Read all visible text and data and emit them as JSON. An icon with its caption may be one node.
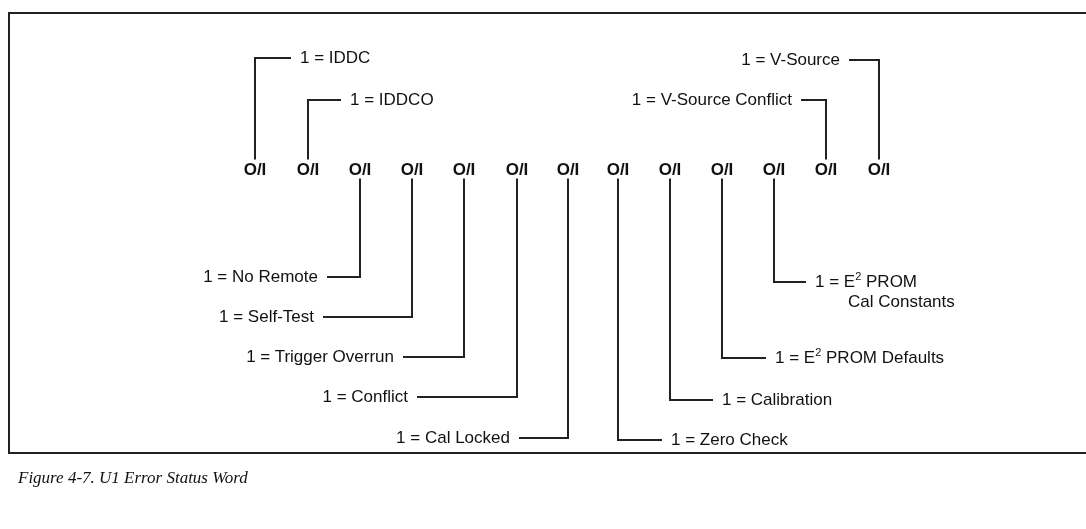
{
  "diagram": {
    "caption": "Figure 4-7. U1 Error Status Word",
    "nodes": [
      {
        "text": [
          "1 = IDDC"
        ]
      },
      {
        "text": [
          "1 = V-Source"
        ]
      },
      {
        "text": [
          "1 = IDDCO"
        ]
      },
      {
        "text": [
          "1 = V-Source Conflict"
        ]
      },
      {
        "text": [
          "O/I"
        ]
      },
      {
        "text": [
          "O/I"
        ]
      },
      {
        "text": [
          "O/I"
        ]
      },
      {
        "text": [
          "O/I"
        ]
      },
      {
        "text": [
          "O/I"
        ]
      },
      {
        "text": [
          "O/I"
        ]
      },
      {
        "text": [
          "O/I"
        ]
      },
      {
        "text": [
          "O/I"
        ]
      },
      {
        "text": [
          "O/I"
        ]
      },
      {
        "text": [
          "O/I"
        ]
      },
      {
        "text": [
          "O/I"
        ]
      },
      {
        "text": [
          "O/I"
        ]
      },
      {
        "text": [
          "O/I"
        ]
      },
      {
        "text": [
          "1 = No Remote"
        ]
      },
      {
        "text": [
          "1 = E$^{2}$ PROM Cal Constants"
        ]
      },
      {
        "text": [
          "1 = Self-Test"
        ]
      },
      {
        "text": [
          "1 = Trigger Overrun"
        ]
      },
      {
        "text": [
          "1 = E$^{2}$ PROM Defaults"
        ]
      },
      {
        "text": [
          "1 = Conflict"
        ]
      },
      {
        "text": [
          "1 = Calibration"
        ]
      },
      {
        "text": [
          "1 = Cal Locked"
        ]
      },
      {
        "text": [
          "1 = Zero Check"
        ]
      }
    ],
    "edges": [
      {
        "from": 0,
        "to": 4,
        "arrow": "none"
      },
      {
        "from": 1,
        "to": 16,
        "arrow": "none"
      },
      {
        "from": 2,
        "to": 5,
        "arrow": "none"
      },
      {
        "from": 3,
        "to": 15,
        "arrow": "none"
      },
      {
        "from": 17,
        "to": 6,
        "arrow": "none"
      },
      {
        "from": 18,
        "to": 14,
        "arrow": "none"
      },
      {
        "from": 19,
        "to": 7,
        "arrow": "none"
      },
      {
        "from": 20,
        "to": 8,
        "arrow": "none"
      },
      {
        "from": 21,
        "to": 13,
        "arrow": "none"
      },
      {
        "from": 22,
        "to": 9,
        "arrow": "none"
      },
      {
        "from": 23,
        "to": 12,
        "arrow": "none"
      },
      {
        "from": 24,
        "to": 10,
        "arrow": "none"
      },
      {
        "from": 25,
        "to": 11,
        "arrow": "none"
      }
    ]
  }
}
